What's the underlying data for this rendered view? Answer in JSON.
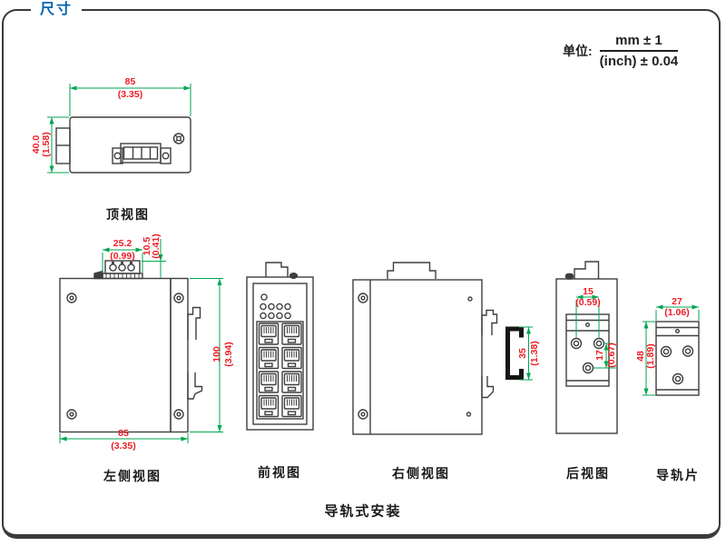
{
  "header": {
    "title": "尺寸"
  },
  "unit": {
    "label": "单位:",
    "mm": "mm ± 1",
    "inch": "(inch) ± 0.04"
  },
  "footer": {
    "caption": "导轨式安装"
  },
  "views": {
    "top": {
      "label": "顶视图",
      "width_mm": "85",
      "width_in": "(3.35)",
      "depth_mm": "40.0",
      "depth_in": "(1.58)"
    },
    "left_side": {
      "label": "左侧视图",
      "terminal_width_mm": "25.2",
      "terminal_width_in": "(0.99)",
      "terminal_height_mm": "10.5",
      "terminal_height_in": "(0.41)",
      "height_mm": "100",
      "height_in": "(3.94)",
      "width_mm": "85",
      "width_in": "(3.35)"
    },
    "front": {
      "label": "前视图"
    },
    "right_side": {
      "label": "右侧视图",
      "rail_height_mm": "35",
      "rail_height_in": "(1.38)"
    },
    "rear": {
      "label": "后视图",
      "hole_spacing_mm": "15",
      "hole_spacing_in": "(0.59)",
      "hole_offset_mm": "17",
      "hole_offset_in": "(0.67)"
    },
    "rail_plate": {
      "label": "导轨片",
      "width_mm": "27",
      "width_in": "(1.06)",
      "height_mm": "48",
      "height_in": "(1.89)"
    }
  },
  "colors": {
    "dimension_line": "#00A651",
    "dimension_text": "#ED1C24",
    "outline": "#3F3F3F",
    "title": "#0065B3",
    "text": "#231F20"
  }
}
